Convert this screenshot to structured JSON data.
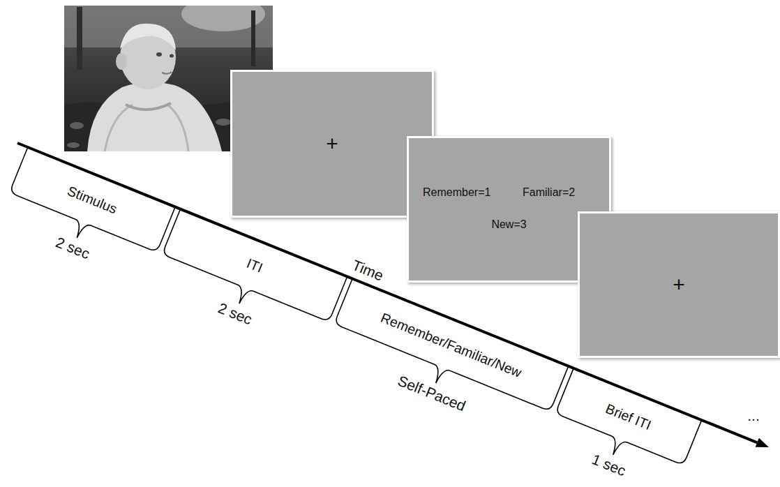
{
  "diagram": {
    "nodes": [
      {
        "text": [
          "+"
        ]
      },
      {
        "text": [
          "Remember=1",
          "Familiar=2",
          "New=3"
        ]
      },
      {
        "text": [
          "+"
        ]
      },
      {
        "text": [
          "Stimulus",
          "2 sec"
        ]
      },
      {
        "text": [
          "ITI",
          "2 sec"
        ]
      },
      {
        "text": [
          "Remember/Familiar/New",
          "Self-Paced"
        ]
      },
      {
        "text": [
          "Brief ITI",
          "1 sec"
        ]
      }
    ],
    "labels": [
      "Time",
      "..."
    ]
  }
}
